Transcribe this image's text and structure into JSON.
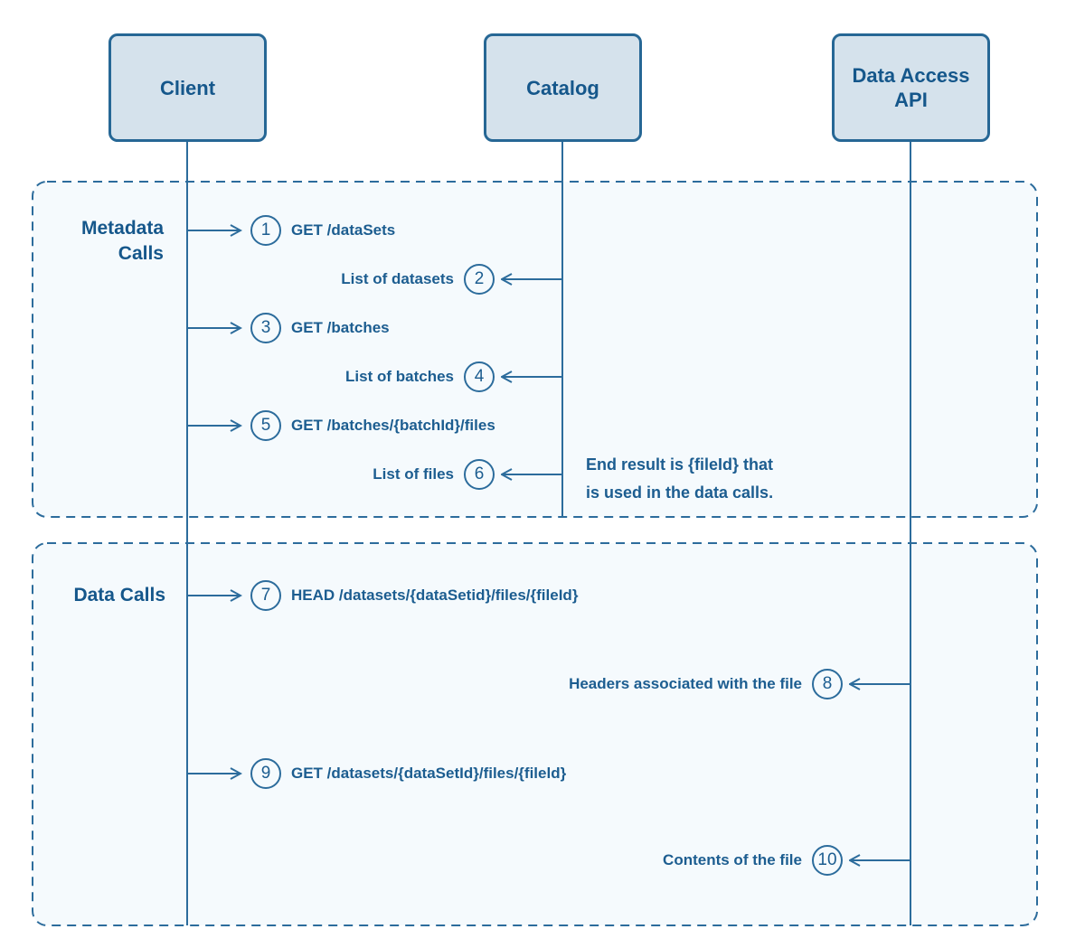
{
  "colors": {
    "line": "#2c6c9c",
    "text": "#1c5d90",
    "actor_fill": "#d5e2ec",
    "actor_border": "#266795",
    "panel_fill": "#f5fafd",
    "background": "#ffffff"
  },
  "actors": [
    {
      "name": "Client"
    },
    {
      "name": "Catalog"
    },
    {
      "name": "Data Access API"
    }
  ],
  "sections": [
    {
      "label": "Metadata Calls",
      "steps": [
        {
          "number": "1",
          "label": "GET /dataSets",
          "direction": "request",
          "from": "Client",
          "to": "Catalog"
        },
        {
          "number": "2",
          "label": "List of datasets",
          "direction": "response",
          "from": "Catalog",
          "to": "Client"
        },
        {
          "number": "3",
          "label": "GET /batches",
          "direction": "request",
          "from": "Client",
          "to": "Catalog"
        },
        {
          "number": "4",
          "label": "List of batches",
          "direction": "response",
          "from": "Catalog",
          "to": "Client"
        },
        {
          "number": "5",
          "label": "GET /batches/{batchId}/files",
          "direction": "request",
          "from": "Client",
          "to": "Catalog"
        },
        {
          "number": "6",
          "label": "List of files",
          "direction": "response",
          "from": "Catalog",
          "to": "Client"
        }
      ],
      "note": {
        "line1": "End result is {fileId} that",
        "line2": "is used in the data calls."
      }
    },
    {
      "label": "Data Calls",
      "steps": [
        {
          "number": "7",
          "label": "HEAD /datasets/{dataSetid}/files/{fileId}",
          "direction": "request",
          "from": "Client",
          "to": "Data Access API"
        },
        {
          "number": "8",
          "label": "Headers associated with the file",
          "direction": "response",
          "from": "Data Access API",
          "to": "Client"
        },
        {
          "number": "9",
          "label": "GET /datasets/{dataSetId}/files/{fileld}",
          "direction": "request",
          "from": "Client",
          "to": "Data Access API"
        },
        {
          "number": "10",
          "label": "Contents of the file",
          "direction": "response",
          "from": "Data Access API",
          "to": "Client"
        }
      ]
    }
  ]
}
